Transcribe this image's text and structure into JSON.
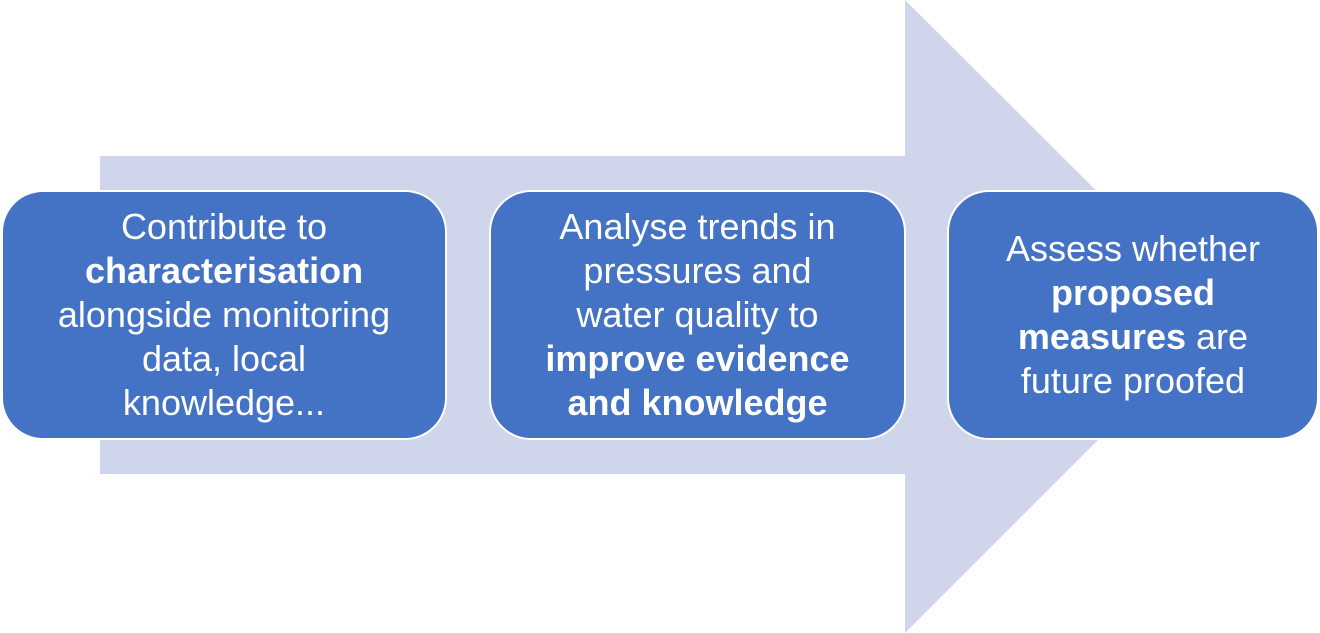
{
  "colors": {
    "arrow": "#CFD5EA",
    "box": "#4472C4",
    "text": "#FFFFFF"
  },
  "steps": [
    {
      "lines": [
        [
          {
            "t": "Contribute to",
            "b": false
          }
        ],
        [
          {
            "t": "characterisation",
            "b": true
          }
        ],
        [
          {
            "t": "alongside monitoring",
            "b": false
          }
        ],
        [
          {
            "t": "data, local",
            "b": false
          }
        ],
        [
          {
            "t": "knowledge...",
            "b": false
          }
        ]
      ]
    },
    {
      "lines": [
        [
          {
            "t": "Analyse trends in",
            "b": false
          }
        ],
        [
          {
            "t": "pressures and",
            "b": false
          }
        ],
        [
          {
            "t": "water quality to",
            "b": false
          }
        ],
        [
          {
            "t": "improve evidence",
            "b": true
          }
        ],
        [
          {
            "t": "and knowledge",
            "b": true
          }
        ]
      ]
    },
    {
      "lines": [
        [
          {
            "t": "Assess whether",
            "b": false
          }
        ],
        [
          {
            "t": "proposed",
            "b": true
          }
        ],
        [
          {
            "t": "measures",
            "b": true
          },
          {
            "t": " are",
            "b": false
          }
        ],
        [
          {
            "t": "future proofed",
            "b": false
          }
        ]
      ]
    }
  ]
}
